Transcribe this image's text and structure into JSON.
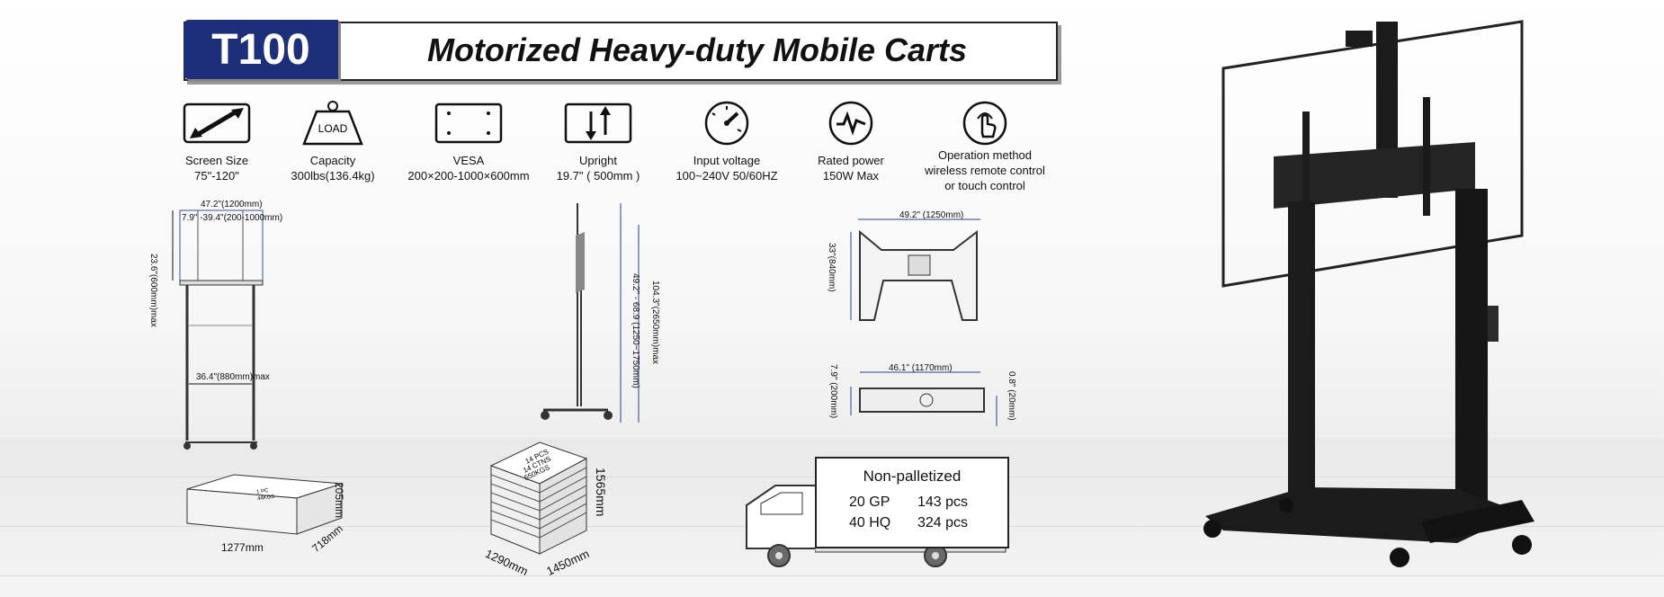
{
  "header": {
    "model": "T100",
    "title": "Motorized Heavy-duty Mobile Carts"
  },
  "specs": [
    {
      "icon": "diagonal-arrow-icon",
      "label": "Screen Size",
      "value": "75\"-120\""
    },
    {
      "icon": "weight-load-icon",
      "icon_text": "LOAD",
      "label": "Capacity",
      "value": "300lbs(136.4kg)"
    },
    {
      "icon": "vesa-pattern-icon",
      "label": "VESA",
      "value": "200×200-1000×600mm"
    },
    {
      "icon": "up-down-arrows-icon",
      "label": "Upright",
      "value": "19.7\" ( 500mm )"
    },
    {
      "icon": "voltage-gauge-icon",
      "label": "Input voltage",
      "value": "100~240V 50/60HZ"
    },
    {
      "icon": "power-pulse-icon",
      "label": "Rated power",
      "value": "150W Max"
    },
    {
      "icon": "touch-hand-icon",
      "label": "Operation method",
      "value": "wireless remote control",
      "value2": "or touch control"
    }
  ],
  "front_drawing": {
    "width": "47.2\"(1200mm)",
    "vesa_width": "7.9\" -39.4\"(200-1000mm)",
    "vesa_height": "23.6\"(600mm)max",
    "inner_width": "36.4\"(880mm)max"
  },
  "side_drawing": {
    "adjust_height": "49.2\" - 68.9 (1250~1750mm)",
    "total_height": "104.3\"(2650mm)max"
  },
  "base_drawing": {
    "width": "49.2\" (1250mm)",
    "depth": "33\"(840mm)"
  },
  "base_side_drawing": {
    "width": "46.1\" (1170mm)",
    "height": "7.9\" (200mm)",
    "clearance": "0.8\" (20mm)"
  },
  "single_box": {
    "label_line1": "1 PC",
    "label_line2": "44KGS",
    "length": "1277mm",
    "width": "718mm",
    "height": "205mm"
  },
  "pallet": {
    "label_line1": "14 PCS",
    "label_line2": "14 CTNS",
    "label_line3": "650KGS",
    "height": "1565mm",
    "width": "1290mm",
    "length": "1450mm"
  },
  "shipping": {
    "title": "Non-palletized",
    "rows": [
      {
        "container": "20 GP",
        "qty": "143 pcs"
      },
      {
        "container": "40 HQ",
        "qty": "324 pcs"
      }
    ]
  },
  "colors": {
    "model_tag": "#1e2f7a",
    "dimension_blue": "#27408b",
    "cart_body": "#1b1b1b"
  }
}
